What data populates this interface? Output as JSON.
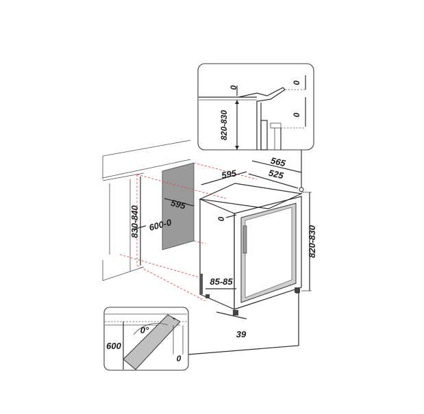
{
  "diagram": {
    "labels": {
      "inset_top_gap": "0",
      "inset_top_right_gap": "0",
      "inset_side_gap": "0",
      "inset_height": "820-830",
      "depth_outer": "565",
      "width_top": "595",
      "depth_inner": "525",
      "niche_width": "595",
      "niche_height": "830-840",
      "niche_depth": "600-0",
      "front_gap": "0",
      "appliance_height": "820-830",
      "vent_range": "85-85",
      "foot_height": "39",
      "door_angle": "0°",
      "door_swing": "600",
      "door_gap": "0"
    }
  }
}
